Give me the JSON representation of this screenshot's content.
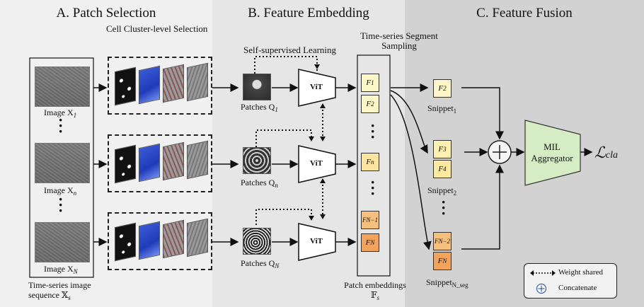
{
  "panels": {
    "a_title": "A. Patch Selection",
    "b_title": "B. Feature Embedding",
    "c_title": "C. Feature Fusion"
  },
  "colors": {
    "panel_a_bg": "#f0f0f0",
    "panel_b_bg": "#e6e6e6",
    "panel_c_bg": "#d2d2d2",
    "cube_light": "#fdf6c8",
    "cube_orange": "#f3a45c",
    "mil_green": "#d6ecc4"
  },
  "patch_selection": {
    "images": [
      "Image X",
      "Image X",
      "Image X"
    ],
    "image_subs": [
      "1",
      "n",
      "N"
    ],
    "caption_line1": "Time-series image",
    "caption_line2": "sequence 𝕏",
    "caption_sub": "s",
    "cluster_title": "Cell Cluster-level Selection"
  },
  "feature_embedding": {
    "ssl_label": "Self-supervised Learning",
    "patches": [
      "Patches Q",
      "Patches Q",
      "Patches Q"
    ],
    "patch_subs": [
      "1",
      "n",
      "N"
    ],
    "vit_label": "ViT",
    "segment_label_1": "Time-series Segment",
    "segment_label_2": "Sampling",
    "embed_label_1": "Patch embeddings",
    "embed_label_2": "𝔽",
    "embed_sub": "s",
    "features": [
      "F",
      "F",
      "F",
      "F",
      "F"
    ],
    "feature_subs": [
      "1",
      "2",
      "n",
      "N−1",
      "N"
    ]
  },
  "feature_fusion": {
    "snippet_cubes": [
      "F",
      "F",
      "F",
      "F",
      "F"
    ],
    "snippet_cube_subs": [
      "2",
      "3",
      "4",
      "N−2",
      "N"
    ],
    "snippets": [
      "Snippet",
      "Snippet",
      "Snippet"
    ],
    "snippet_subs": [
      "1",
      "2",
      "N_seg"
    ],
    "mil_line1": "MIL",
    "mil_line2": "Aggregator",
    "loss": "ℒ",
    "loss_sub": "cla"
  },
  "legend": {
    "weight_shared": "Weight shared",
    "concatenate": "Concatenate"
  }
}
